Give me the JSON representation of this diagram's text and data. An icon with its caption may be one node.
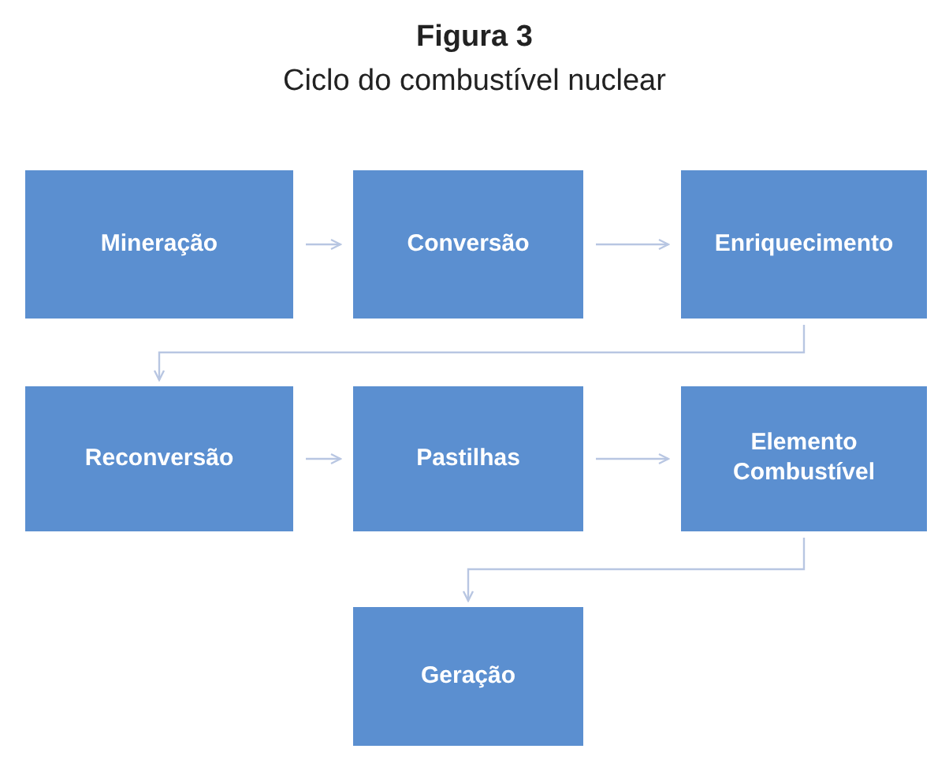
{
  "diagram": {
    "title": "Figura 3",
    "caption": "Ciclo do combustível nuclear",
    "nodes": [
      {
        "text": [
          "Mineração"
        ]
      },
      {
        "text": [
          "Conversão"
        ]
      },
      {
        "text": [
          "Enriquecimento"
        ]
      },
      {
        "text": [
          "Reconversão"
        ]
      },
      {
        "text": [
          "Pastilhas"
        ]
      },
      {
        "text": [
          "Elemento Combustível"
        ]
      },
      {
        "text": [
          "Geração"
        ]
      }
    ],
    "edges": [
      {
        "from": 0,
        "to": 1,
        "arrow": "to"
      },
      {
        "from": 1,
        "to": 2,
        "arrow": "to"
      },
      {
        "from": 2,
        "to": 3,
        "arrow": "to"
      },
      {
        "from": 3,
        "to": 4,
        "arrow": "to"
      },
      {
        "from": 4,
        "to": 5,
        "arrow": "to"
      },
      {
        "from": 5,
        "to": 6,
        "arrow": "to"
      }
    ]
  }
}
